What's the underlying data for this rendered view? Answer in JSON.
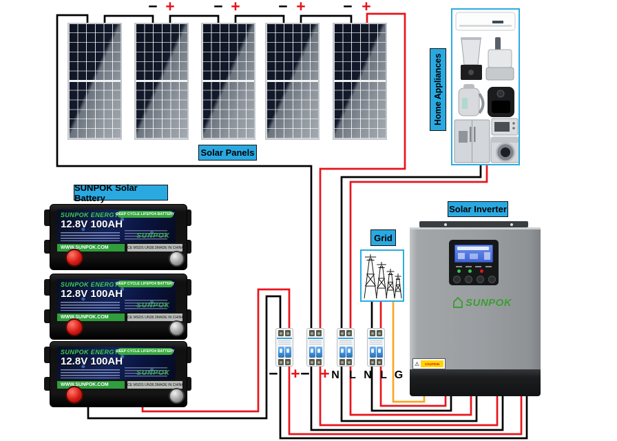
{
  "titles": {
    "solar_panels": "Solar Panels",
    "home_appliances": "Home Appliances",
    "battery_bank": "SUNPOK Solar Battery",
    "inverter": "Solar Inverter",
    "grid": "Grid"
  },
  "top_terminals": [
    "−",
    "+",
    "−",
    "+",
    "−",
    "+",
    "−",
    "+"
  ],
  "breaker_terminals": [
    "−",
    "+",
    "−",
    "+",
    "N",
    "L",
    "N",
    "L",
    "G"
  ],
  "solar": {
    "panel_count": 5
  },
  "battery": {
    "count": 3,
    "brand": "SUNPOK ENERGY",
    "type_badge": "DEEP CYCLE LIFEPO4 BATTERY",
    "spec": "12.8V 100AH",
    "website": "WWW.SUNPOK.COM",
    "cert": "CE MSDS UN38.3",
    "made_in": "MADE IN CHINA",
    "watermark": "SUNPOK"
  },
  "inverter": {
    "brand": "SUNPOK",
    "caution": "CAUTION"
  },
  "appliances": {
    "items": [
      "air-conditioner",
      "blender",
      "food-processor",
      "kettle",
      "air-fryer",
      "refrigerator",
      "toaster-oven",
      "washing-machine"
    ]
  },
  "colors": {
    "wire_red": "#e8141c",
    "wire_black": "#000000",
    "wire_ground": "#f9a824",
    "label_blue": "#2aa9e1",
    "box_border_blue": "#29abe2",
    "battery_green": "#2f9e3c",
    "brand_green": "#3e9d33"
  }
}
